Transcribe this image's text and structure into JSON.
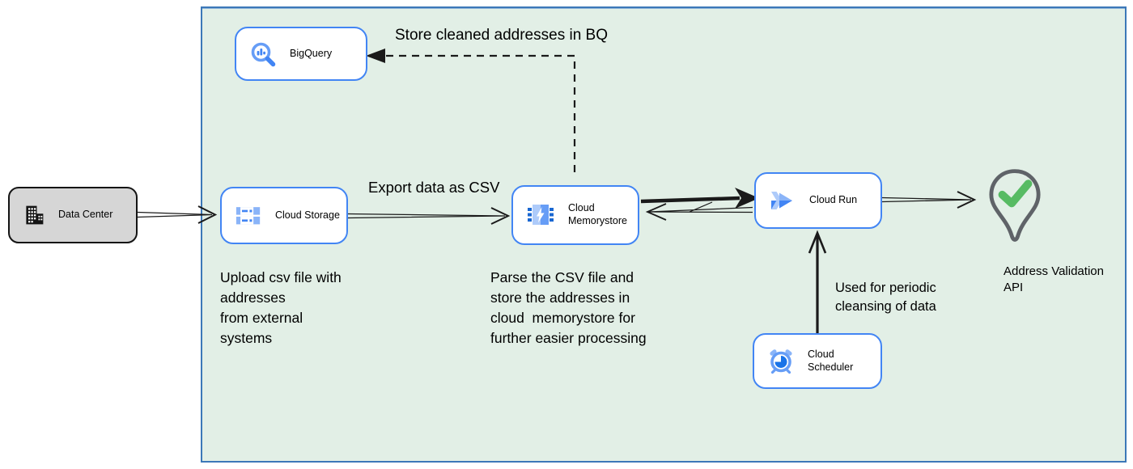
{
  "diagram_type": "cloud-architecture",
  "nodes": {
    "data_center": {
      "label": "Data Center"
    },
    "bigquery": {
      "label": "BigQuery"
    },
    "cloud_storage": {
      "label": "Cloud Storage"
    },
    "cloud_memorystore": {
      "label": "Cloud\nMemorystore"
    },
    "cloud_run": {
      "label": "Cloud Run"
    },
    "cloud_scheduler": {
      "label": "Cloud Scheduler"
    },
    "address_validation_api": {
      "label": "Address Validation\nAPI"
    }
  },
  "annotations": {
    "store_bq": "Store cleaned addresses in BQ",
    "export_csv": "Export data as CSV",
    "upload_note": "Upload csv file with\naddresses\nfrom external\nsystems",
    "parse_note": "Parse the CSV file and\nstore the addresses in\ncloud  memorystore for\nfurther easier processing",
    "scheduler_note": "Used for periodic\ncleansing of data"
  },
  "icons": {
    "data_center": "building-icon",
    "bigquery": "magnifier-chart-icon",
    "cloud_storage": "storage-stack-icon",
    "cloud_memorystore": "memory-chip-bolt-icon",
    "cloud_run": "double-chevron-icon",
    "cloud_scheduler": "alarm-clock-icon",
    "address_validation_api": "location-pin-check-icon"
  },
  "colors": {
    "node_border_blue": "#4285f4",
    "icon_blue_dark": "#1a73e8",
    "icon_blue": "#4285f4",
    "icon_blue_mid": "#669df6",
    "icon_blue_light": "#aecbfa",
    "boundary_fill_green": "#e2efe6",
    "boundary_border_blue": "#3c78b8",
    "data_center_fill_gray": "#d6d6d6",
    "pin_gray": "#5f6368",
    "check_green": "#57bb63",
    "edge_black": "#1a1a1a"
  }
}
